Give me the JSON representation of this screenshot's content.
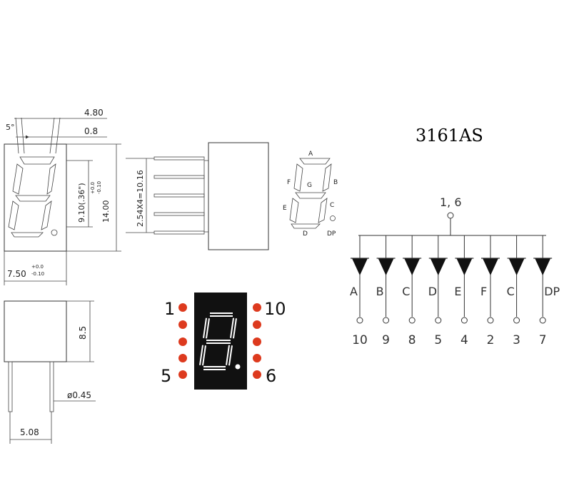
{
  "part_number": "3161AS",
  "front_view": {
    "dim_top_width": "4.80",
    "dim_top_small": "0.8",
    "dim_angle": "5°",
    "dim_digit_height": "9.10(.36\")",
    "dim_digit_tol": "+0.0",
    "dim_body_height": "14.00",
    "dim_body_height_tol": "-0.10",
    "dim_body_width": "7.50",
    "dim_body_width_tol_top": "+0.0",
    "dim_body_width_tol_bottom": "-0.10"
  },
  "side_view": {
    "dim_pin_pitch": "2.54X4=10.16"
  },
  "segment_map": {
    "labels": [
      "A",
      "B",
      "C",
      "D",
      "E",
      "F",
      "G",
      "DP"
    ]
  },
  "bottom_view": {
    "dim_height": "8.5",
    "dim_pin_diameter": "ø0.45",
    "dim_pin_spacing": "5.08"
  },
  "package_photo": {
    "pin_label_top_left": "1",
    "pin_label_top_right": "10",
    "pin_label_bottom_left": "5",
    "pin_label_bottom_right": "6",
    "led_color": "#dd3a1e",
    "body_color": "#111111"
  },
  "circuit": {
    "common_pin": "1, 6",
    "segments": [
      "A",
      "B",
      "C",
      "D",
      "E",
      "F",
      "C",
      "DP"
    ],
    "pins": [
      "10",
      "9",
      "8",
      "5",
      "4",
      "2",
      "3",
      "7"
    ]
  }
}
